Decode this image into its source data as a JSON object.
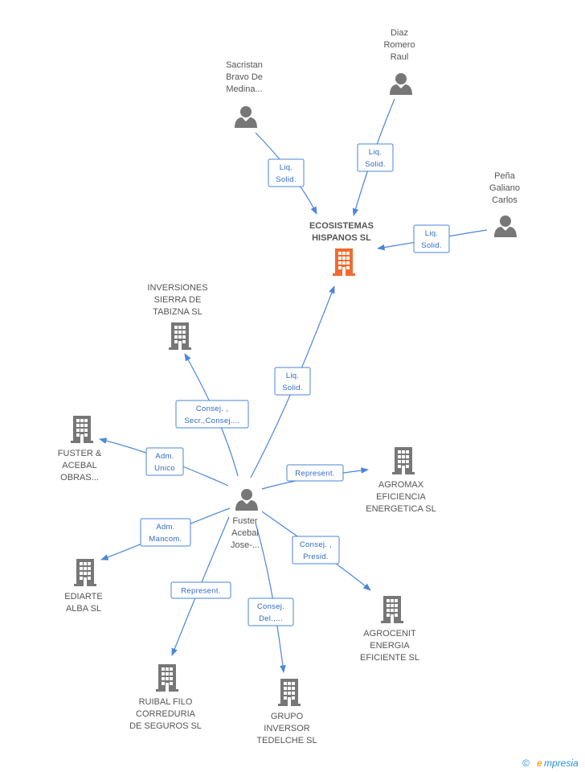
{
  "colors": {
    "edge": "#4a86d8",
    "company": "#777777",
    "company_main": "#f26a30",
    "person": "#777777"
  },
  "nodes": [
    {
      "id": "ecosistemas",
      "type": "company",
      "main": true,
      "label": [
        "ECOSISTEMAS",
        "HISPANOS SL"
      ]
    },
    {
      "id": "sacristan",
      "type": "person",
      "label": [
        "Sacristan",
        "Bravo De",
        "Medina..."
      ]
    },
    {
      "id": "diaz",
      "type": "person",
      "label": [
        "Diaz",
        "Romero",
        "Raul"
      ]
    },
    {
      "id": "pena",
      "type": "person",
      "label": [
        "Peña",
        "Galiano",
        "Carlos"
      ]
    },
    {
      "id": "fuster",
      "type": "person",
      "label": [
        "Fuster",
        "Acebal",
        "Jose-..."
      ]
    },
    {
      "id": "inversiones",
      "type": "company",
      "label": [
        "INVERSIONES",
        "SIERRA DE",
        "TABIZNA SL"
      ]
    },
    {
      "id": "fuster_obras",
      "type": "company",
      "label": [
        "FUSTER &",
        "ACEBAL",
        "OBRAS..."
      ]
    },
    {
      "id": "agromax",
      "type": "company",
      "label": [
        "AGROMAX",
        "EFICIENCIA",
        "ENERGETICA SL"
      ]
    },
    {
      "id": "ediarte",
      "type": "company",
      "label": [
        "EDIARTE",
        "ALBA SL"
      ]
    },
    {
      "id": "agrocenit",
      "type": "company",
      "label": [
        "AGROCENIT",
        "ENERGIA",
        "EFICIENTE SL"
      ]
    },
    {
      "id": "ruibal",
      "type": "company",
      "label": [
        "RUIBAL FILO",
        "CORREDURIA",
        "DE SEGUROS SL"
      ]
    },
    {
      "id": "grupo",
      "type": "company",
      "label": [
        "GRUPO",
        "INVERSOR",
        "TEDELCHE SL"
      ]
    }
  ],
  "edges": [
    {
      "from": "sacristan",
      "to": "ecosistemas",
      "label": [
        "Liq.",
        "Solid."
      ]
    },
    {
      "from": "diaz",
      "to": "ecosistemas",
      "label": [
        "Liq.",
        "Solid."
      ]
    },
    {
      "from": "pena",
      "to": "ecosistemas",
      "label": [
        "Liq.",
        "Solid."
      ]
    },
    {
      "from": "fuster",
      "to": "ecosistemas",
      "label": [
        "Liq.",
        "Solid."
      ]
    },
    {
      "from": "fuster",
      "to": "inversiones",
      "label": [
        "Consej. ,",
        "Secr.,Consej...."
      ]
    },
    {
      "from": "fuster",
      "to": "fuster_obras",
      "label": [
        "Adm.",
        "Unico"
      ]
    },
    {
      "from": "fuster",
      "to": "agromax",
      "label": [
        "Represent."
      ]
    },
    {
      "from": "fuster",
      "to": "ediarte",
      "label": [
        "Adm.",
        "Mancom."
      ]
    },
    {
      "from": "fuster",
      "to": "agrocenit",
      "label": [
        "Consej. ,",
        "Presid."
      ]
    },
    {
      "from": "fuster",
      "to": "ruibal",
      "label": [
        "Represent."
      ]
    },
    {
      "from": "fuster",
      "to": "grupo",
      "label": [
        "Consej.",
        "Del.,..."
      ]
    }
  ],
  "footer": {
    "copyright": "©",
    "brand_initial": "e",
    "brand_rest": "mpresia"
  }
}
